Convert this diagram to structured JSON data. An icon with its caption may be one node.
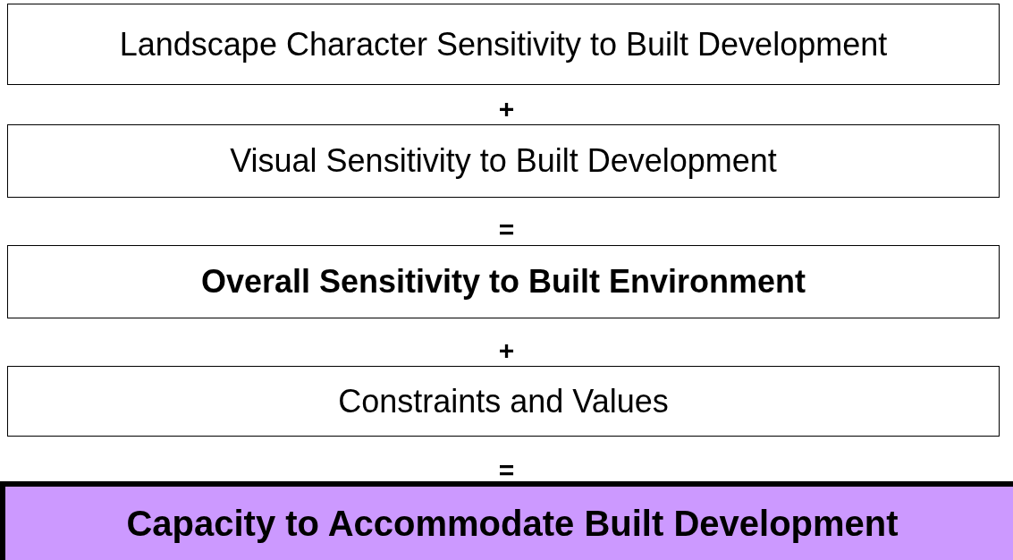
{
  "diagram": {
    "nodes": [
      {
        "text": [
          "Landscape Character Sensitivity to Built Development"
        ]
      },
      {
        "text": [
          "Visual Sensitivity to Built Development"
        ]
      },
      {
        "text": [
          "Overall Sensitivity to Built Environment"
        ]
      },
      {
        "text": [
          "Constraints and Values"
        ]
      },
      {
        "text": [
          "Capacity to Accommodate Built Development"
        ]
      }
    ],
    "labels": [
      "+",
      "=",
      "+",
      "="
    ]
  }
}
